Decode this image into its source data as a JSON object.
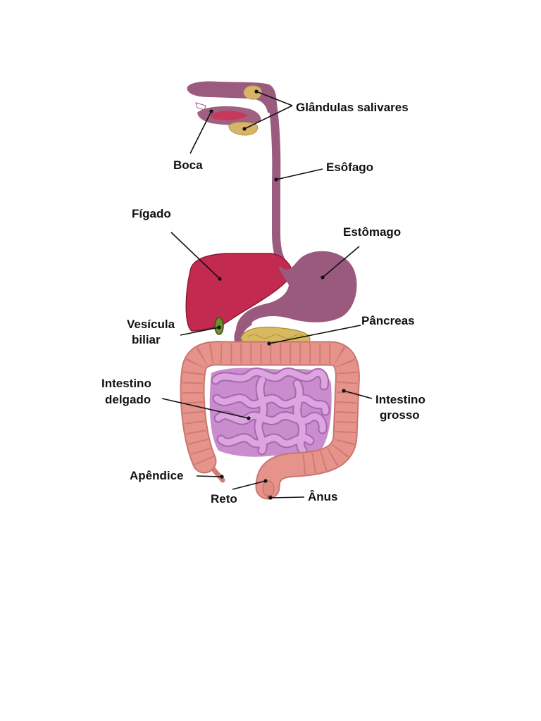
{
  "diagram": {
    "labels": {
      "salivary": "Glândulas salivares",
      "mouth": "Boca",
      "esophagus": "Esôfago",
      "liver": "Fígado",
      "stomach": "Estômago",
      "gallbladder": [
        "Vesícula",
        "biliar"
      ],
      "pancreas": "Pâncreas",
      "small_intestine": [
        "Intestino",
        "delgado"
      ],
      "large_intestine": [
        "Intestino",
        "grosso"
      ],
      "appendix": "Apêndice",
      "rectum": "Reto",
      "anus": "Ânus"
    },
    "colors": {
      "esophagus": "#9b5b7e",
      "jaw": "#a0607f",
      "tongue": "#c6395a",
      "salivary": "#d6b468",
      "liver": "#c22a4f",
      "stomach": "#9a5a7d",
      "gallbladder": "#6f8f2b",
      "pancreas": "#d8b95f",
      "large_intestine": "#e6948b",
      "small_intestine": "#dca5df"
    }
  }
}
